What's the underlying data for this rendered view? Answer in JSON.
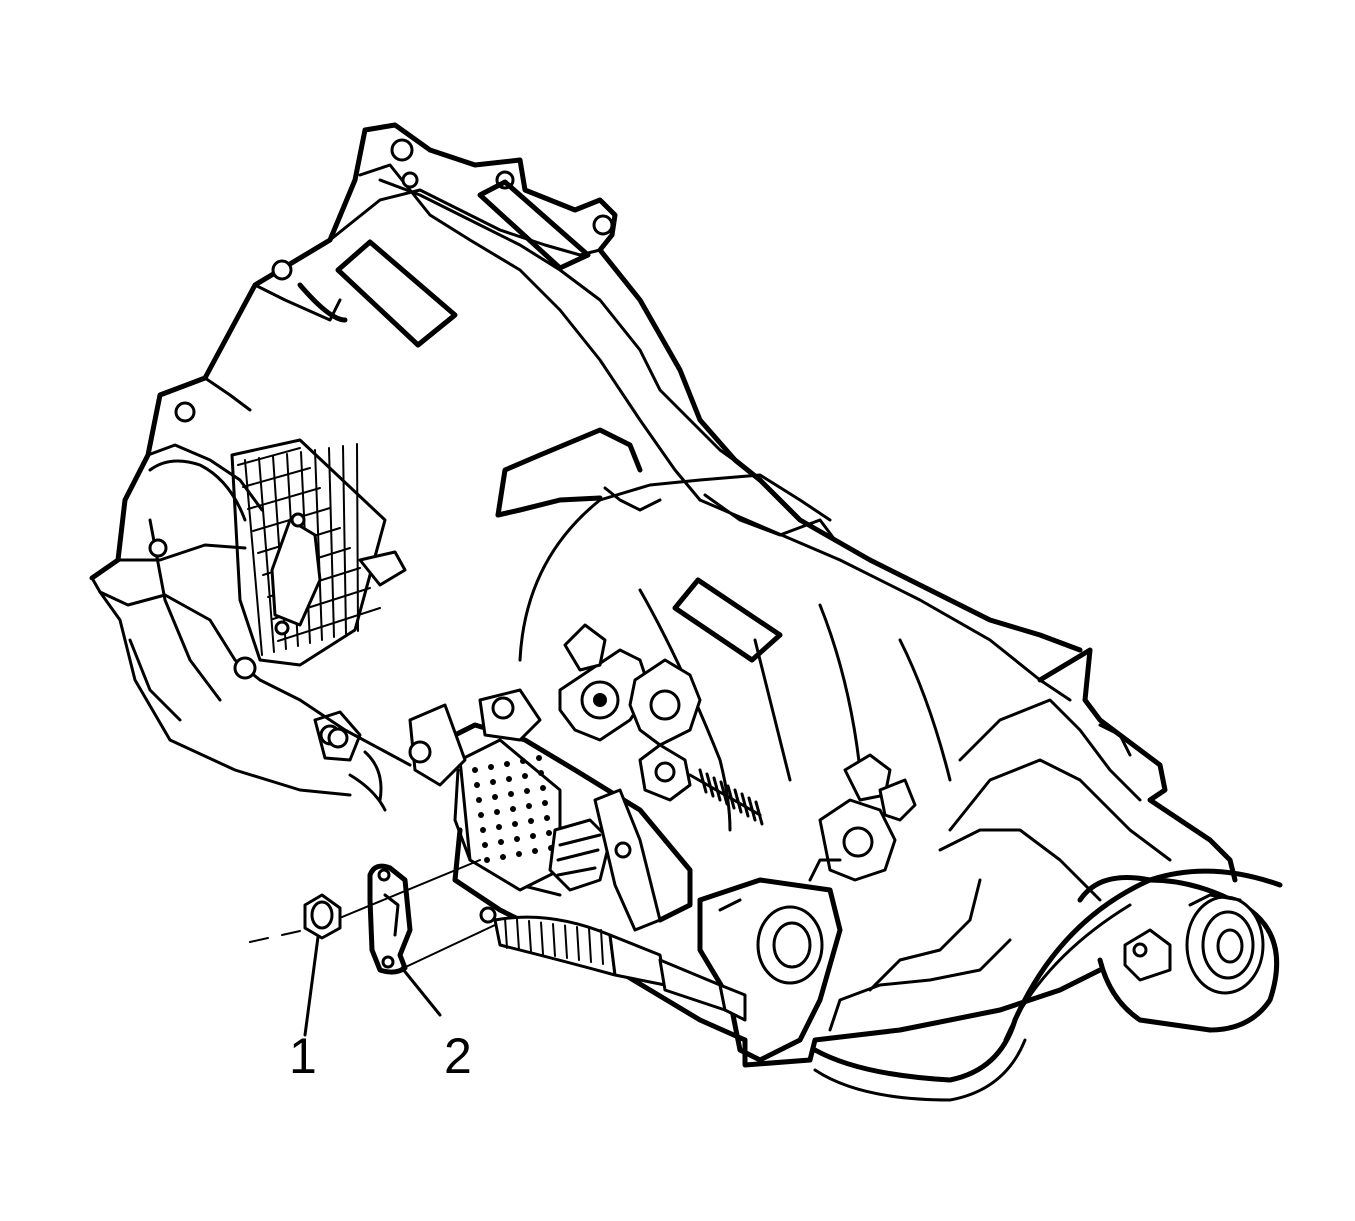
{
  "diagram": {
    "callouts": [
      {
        "id": 1,
        "label": "1"
      },
      {
        "id": 2,
        "label": "2"
      }
    ],
    "colors": {
      "line": "#000000",
      "background": "#ffffff"
    }
  }
}
